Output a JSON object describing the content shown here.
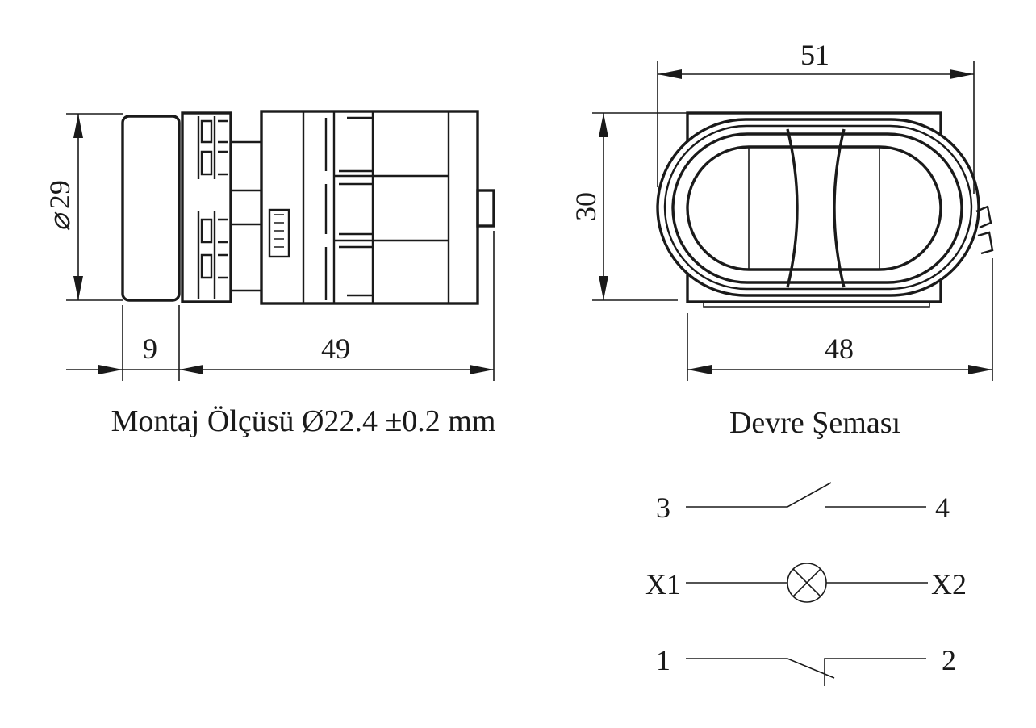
{
  "side_view": {
    "dimensions": {
      "diameter_symbol": "⌀",
      "diameter_value": "29",
      "bezel_depth": "9",
      "body_depth": "49"
    },
    "caption": "Montaj Ölçüsü Ø22.4 ±0.2 mm"
  },
  "front_view": {
    "dimensions": {
      "total_width": "51",
      "height": "30",
      "base_width": "48"
    }
  },
  "circuit": {
    "title": "Devre Şeması",
    "no_contact": {
      "left_terminal": "3",
      "right_terminal": "4"
    },
    "lamp": {
      "left_terminal": "X1",
      "right_terminal": "X2",
      "icon": "lamp-cross-icon"
    },
    "nc_contact": {
      "left_terminal": "1",
      "right_terminal": "2"
    }
  }
}
